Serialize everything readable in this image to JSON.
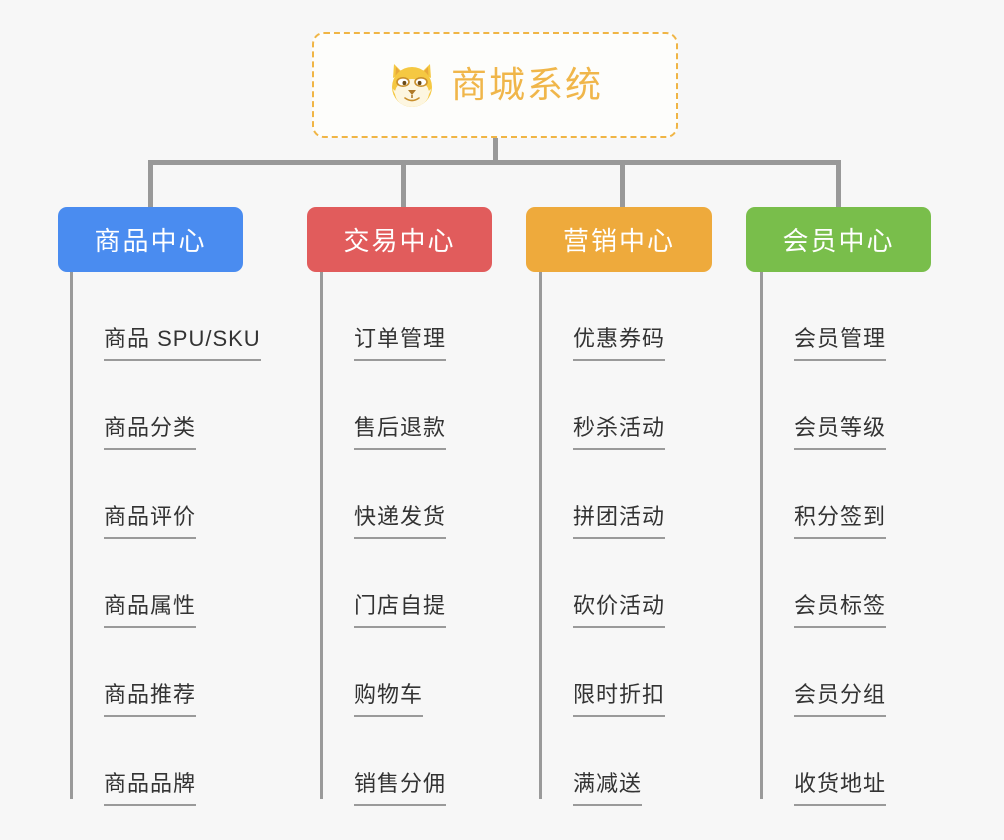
{
  "root": {
    "title": "商城系统",
    "icon": "dog-face-icon",
    "border_color": "#f0b545",
    "text_color": "#f0b64a",
    "background": "#fdfdfb"
  },
  "canvas": {
    "background": "#f7f7f7",
    "connector_color": "#999999"
  },
  "columns": [
    {
      "header": "商品中心",
      "color": "#4a8cf0",
      "items": [
        "商品 SPU/SKU",
        "商品分类",
        "商品评价",
        "商品属性",
        "商品推荐",
        "商品品牌"
      ]
    },
    {
      "header": "交易中心",
      "color": "#e15c5c",
      "items": [
        "订单管理",
        "售后退款",
        "快递发货",
        "门店自提",
        "购物车",
        "销售分佣"
      ]
    },
    {
      "header": "营销中心",
      "color": "#eeaa3c",
      "items": [
        "优惠券码",
        "秒杀活动",
        "拼团活动",
        "砍价活动",
        "限时折扣",
        "满减送"
      ]
    },
    {
      "header": "会员中心",
      "color": "#79be4b",
      "items": [
        "会员管理",
        "会员等级",
        "积分签到",
        "会员标签",
        "会员分组",
        "收货地址"
      ]
    }
  ]
}
